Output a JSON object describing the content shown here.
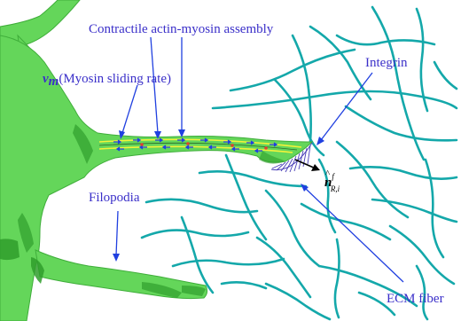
{
  "labels": {
    "assembly": "Contractile actin-myosin assembly",
    "myosin_symbol": "v",
    "myosin_symbol_sub": "m",
    "myosin_text": "(Myosin sliding rate)",
    "integrin": "Integrin",
    "normal_symbol": "n",
    "normal_sup": "f",
    "normal_sub": "R,i",
    "filopodia": "Filopodia",
    "ecm_fiber": "ECM fiber"
  },
  "colors": {
    "cell": "#64d65a",
    "cell_dark": "#2f9e2c",
    "fiber": "#14a8aa",
    "arrow": "#2040e0",
    "label": "#3a2fc9",
    "actin": "#f2f23a"
  }
}
